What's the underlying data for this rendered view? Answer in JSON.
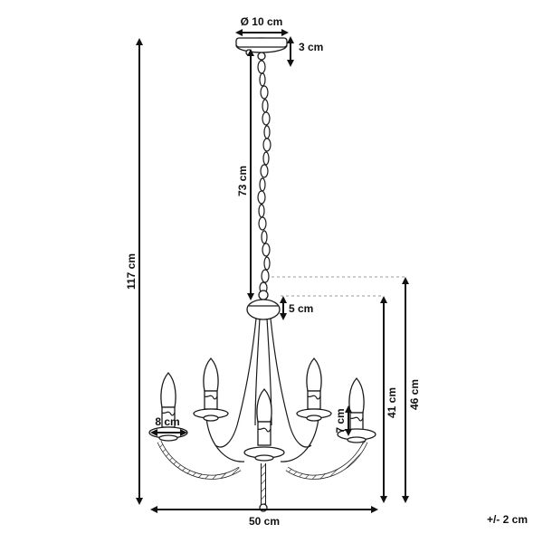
{
  "dimensions": {
    "canopy_diameter": "Ø 10 cm",
    "canopy_height": "3 cm",
    "chain_length": "73 cm",
    "total_height": "117 cm",
    "body_cap_height": "5 cm",
    "arms_height": "41 cm",
    "body_height": "46 cm",
    "cup_width": "8 cm",
    "candle_height": "7 cm",
    "total_width": "50 cm"
  },
  "tolerance": "+/- 2 cm",
  "colors": {
    "line": "#1a1a1a",
    "dimension": "#111111",
    "guide": "#999999"
  }
}
